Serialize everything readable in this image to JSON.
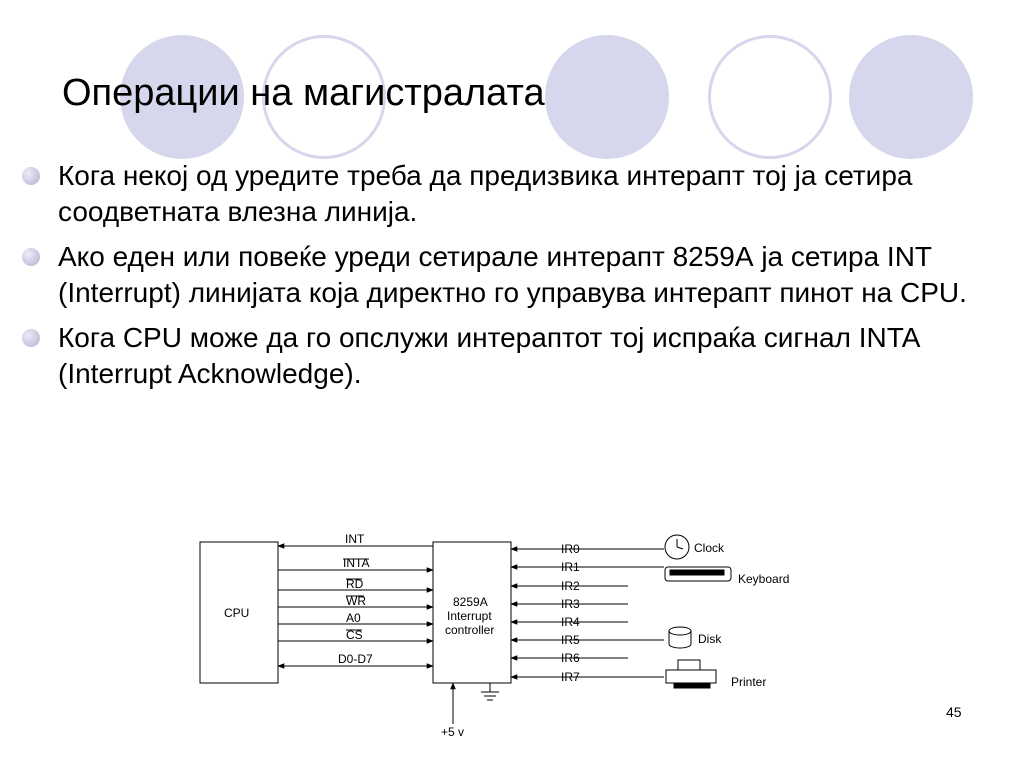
{
  "slide": {
    "title": "Операции на магистралата",
    "bullets": [
      "Кога некој од уредите треба да предизвика интерапт тој ја сетира соодветната влезна линија.",
      "Ако еден или повеќе уреди сетирале интерапт 8259А ја сетира INT (Interrupt) линијата која директно го управува интерапт пинот на CPU.",
      "Кога CPU може да го опслужи интераптот тој испраќа сигнал INTA (Interrupt Acknowledge)."
    ],
    "number": "45"
  },
  "diagram": {
    "cpu_label": "CPU",
    "controller_label": [
      "8259A",
      "Interrupt",
      "controller"
    ],
    "bus_signals": [
      "INT",
      "INTA",
      "RD",
      "WR",
      "A0",
      "CS",
      "D0-D7"
    ],
    "irq_lines": [
      "IR0",
      "IR1",
      "IR2",
      "IR3",
      "IR4",
      "IR5",
      "IR6",
      "IR7"
    ],
    "devices": [
      "Clock",
      "Keyboard",
      "Disk",
      "Printer"
    ],
    "power_label": "+5 v"
  },
  "colors": {
    "decoration": "#d6d6ec",
    "bullet": "#b0b0d0"
  }
}
